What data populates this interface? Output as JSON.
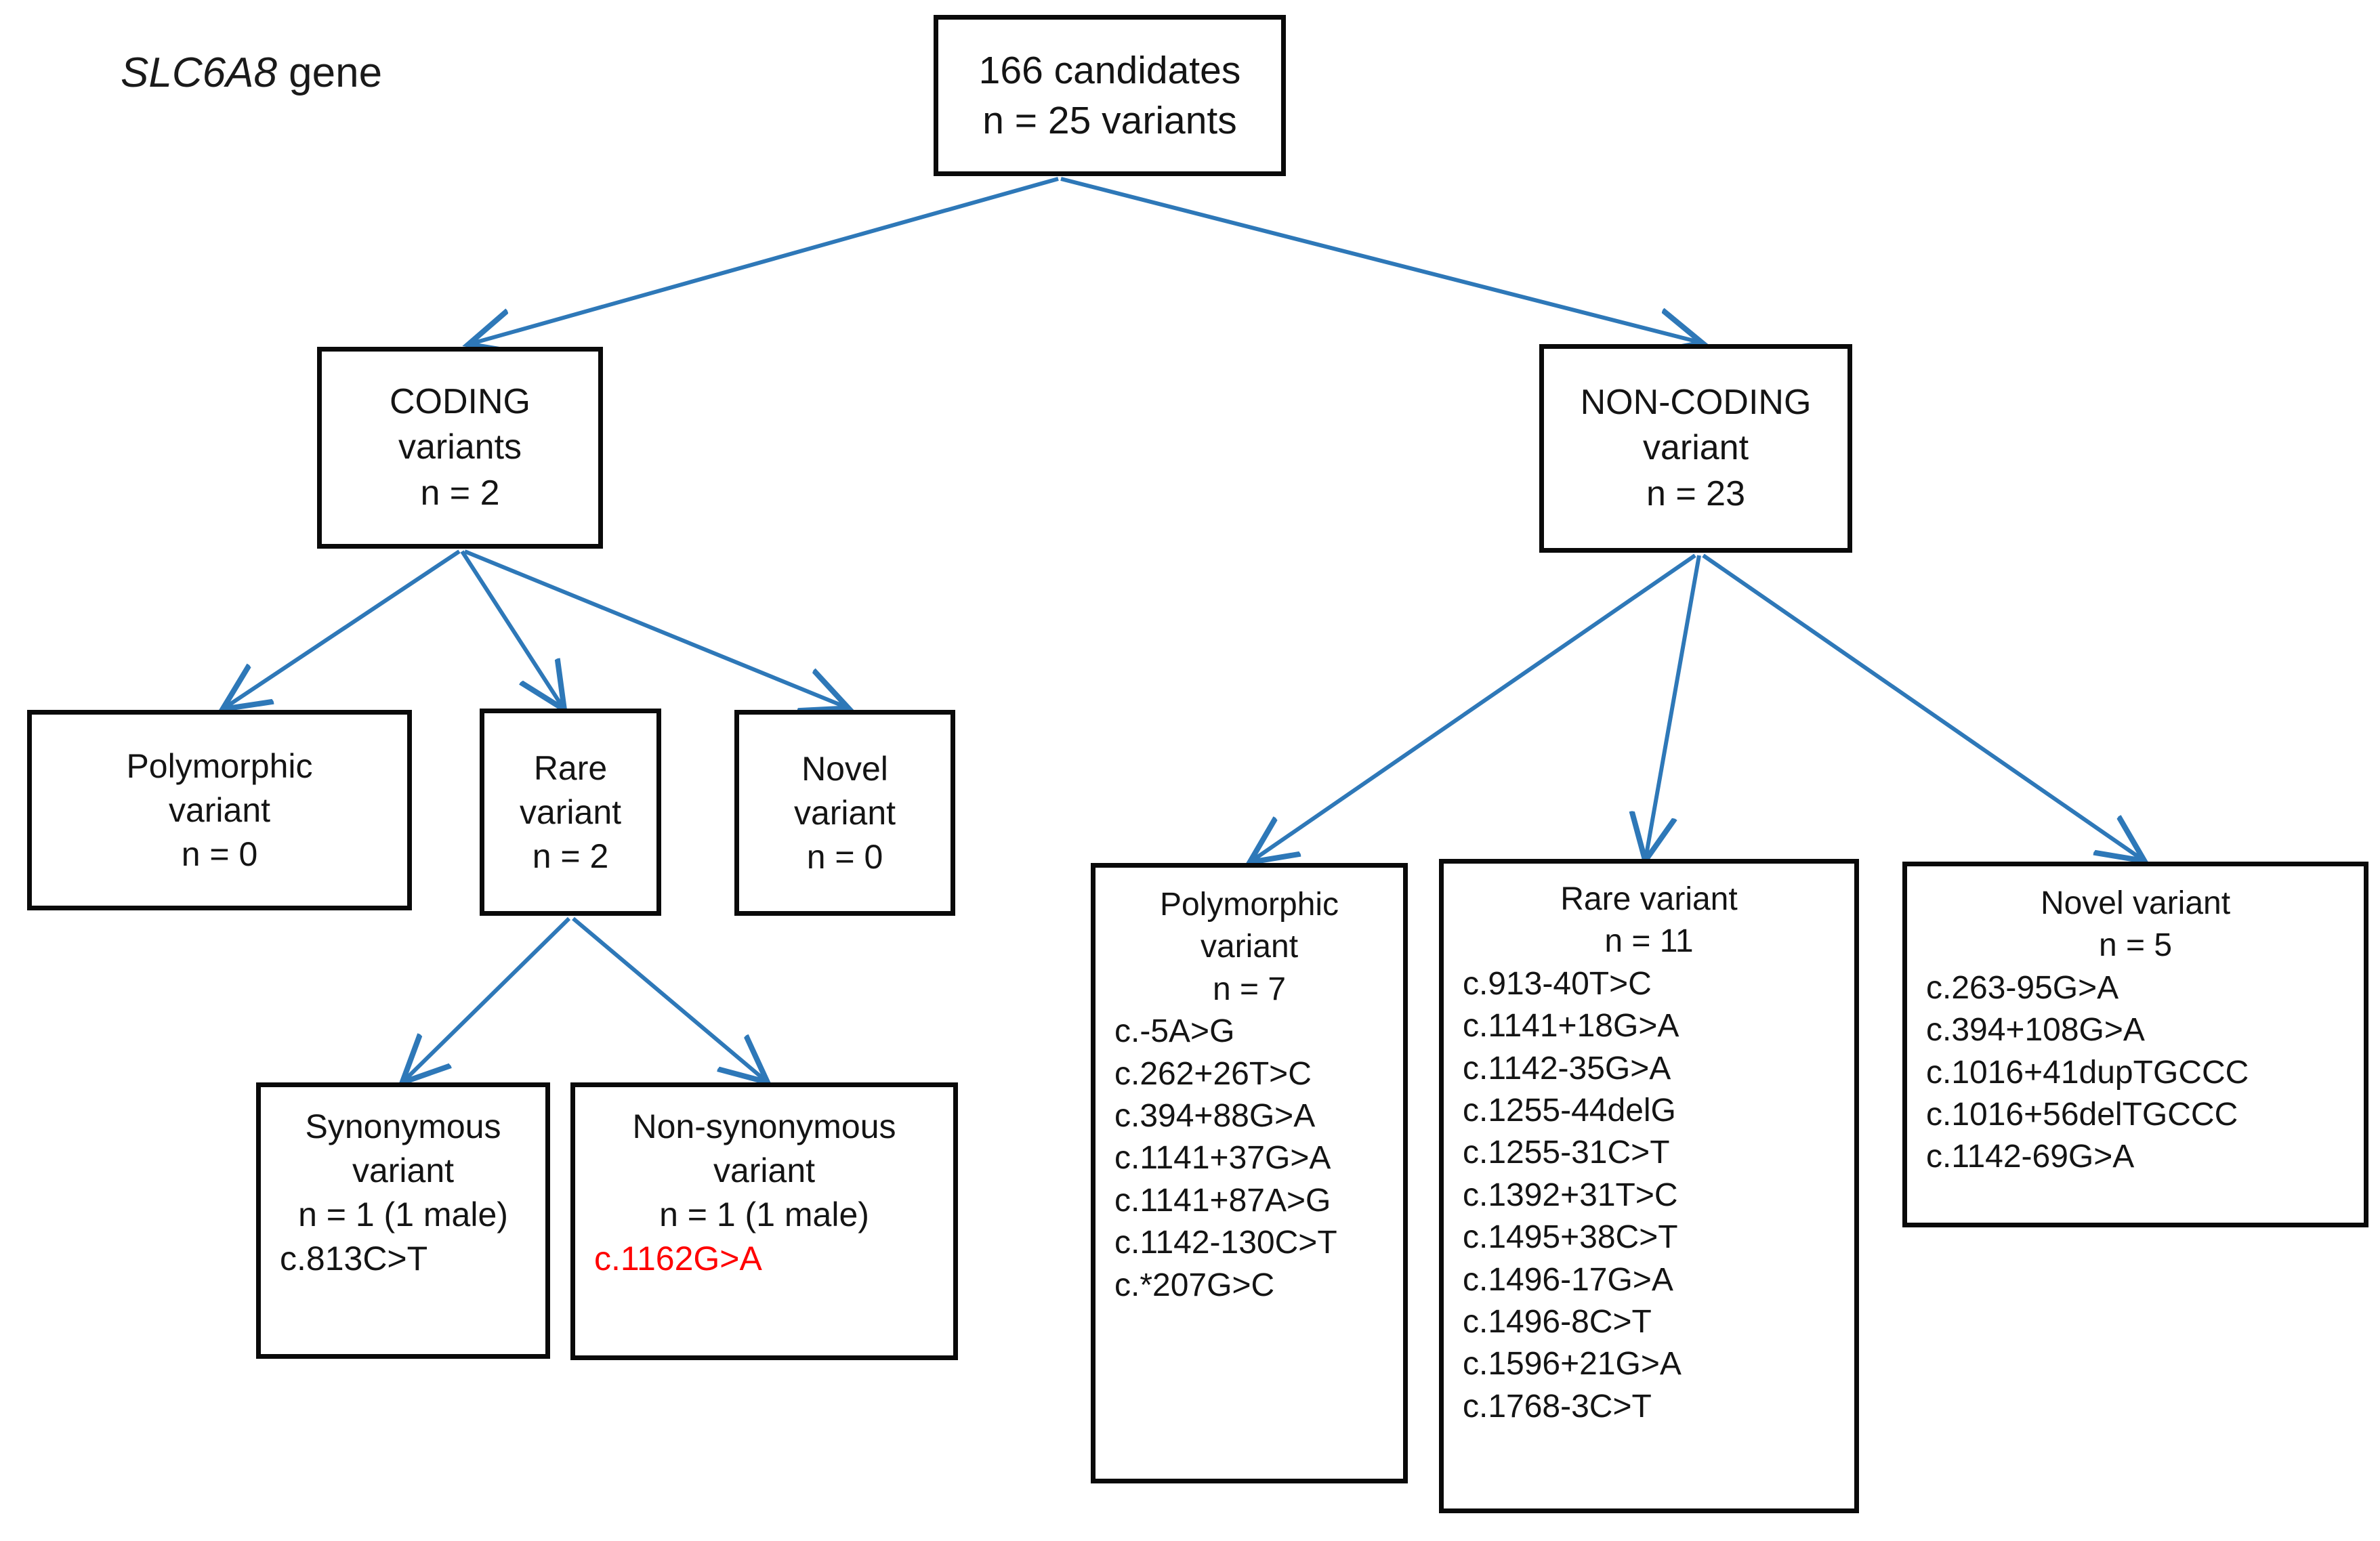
{
  "title": {
    "gene": "SLC6A8",
    "suffix": " gene"
  },
  "theme": {
    "arrow_color": "#2E78B8",
    "border_color": "#0a0a0a",
    "text_color": "#141414",
    "highlight_color": "#ff0000",
    "background": "#ffffff"
  },
  "nodes": {
    "root": {
      "lines": [
        "166 candidates",
        "n =  25 variants"
      ]
    },
    "coding": {
      "lines": [
        "CODING",
        "variants",
        "n = 2"
      ]
    },
    "noncoding": {
      "lines": [
        "NON-CODING",
        "variant",
        "n = 23"
      ]
    },
    "coding_polymorphic": {
      "lines": [
        "Polymorphic",
        "variant",
        "n = 0"
      ]
    },
    "coding_rare": {
      "lines": [
        "Rare",
        "variant",
        "n = 2"
      ]
    },
    "coding_novel": {
      "lines": [
        "Novel",
        "variant",
        "n = 0"
      ]
    },
    "synonymous": {
      "header": [
        "Synonymous",
        "variant",
        "n = 1 (1 male)"
      ],
      "variants": [
        "c.813C>T"
      ]
    },
    "non_synonymous": {
      "header": [
        "Non-synonymous",
        "variant",
        "n = 1 (1 male)"
      ],
      "variants": [
        "c.1162G>A"
      ],
      "highlighted": [
        "c.1162G>A"
      ]
    },
    "noncoding_polymorphic": {
      "header": [
        "Polymorphic",
        "variant",
        "n = 7"
      ],
      "variants": [
        "c.-5A>G",
        "c.262+26T>C",
        "c.394+88G>A",
        "c.1141+37G>A",
        "c.1141+87A>G",
        "c.1142-130C>T",
        "c.*207G>C"
      ]
    },
    "noncoding_rare": {
      "header": [
        "Rare variant",
        "n = 11"
      ],
      "variants": [
        "c.913-40T>C",
        "c.1141+18G>A",
        "c.1142-35G>A",
        "c.1255-44delG",
        "c.1255-31C>T",
        "c.1392+31T>C",
        "c.1495+38C>T",
        "c.1496-17G>A",
        "c.1496-8C>T",
        "c.1596+21G>A",
        "c.1768-3C>T"
      ]
    },
    "noncoding_novel": {
      "header": [
        "Novel variant",
        "n = 5"
      ],
      "variants": [
        "c.263-95G>A",
        "c.394+108G>A",
        "c.1016+41dupTGCCC",
        "c.1016+56delTGCCC",
        "c.1142-69G>A"
      ]
    }
  },
  "edges": [
    {
      "from": "root",
      "to": "coding"
    },
    {
      "from": "root",
      "to": "noncoding"
    },
    {
      "from": "coding",
      "to": "coding_polymorphic"
    },
    {
      "from": "coding",
      "to": "coding_rare"
    },
    {
      "from": "coding",
      "to": "coding_novel"
    },
    {
      "from": "coding_rare",
      "to": "synonymous"
    },
    {
      "from": "coding_rare",
      "to": "non_synonymous"
    },
    {
      "from": "noncoding",
      "to": "noncoding_polymorphic"
    },
    {
      "from": "noncoding",
      "to": "noncoding_rare"
    },
    {
      "from": "noncoding",
      "to": "noncoding_novel"
    }
  ]
}
